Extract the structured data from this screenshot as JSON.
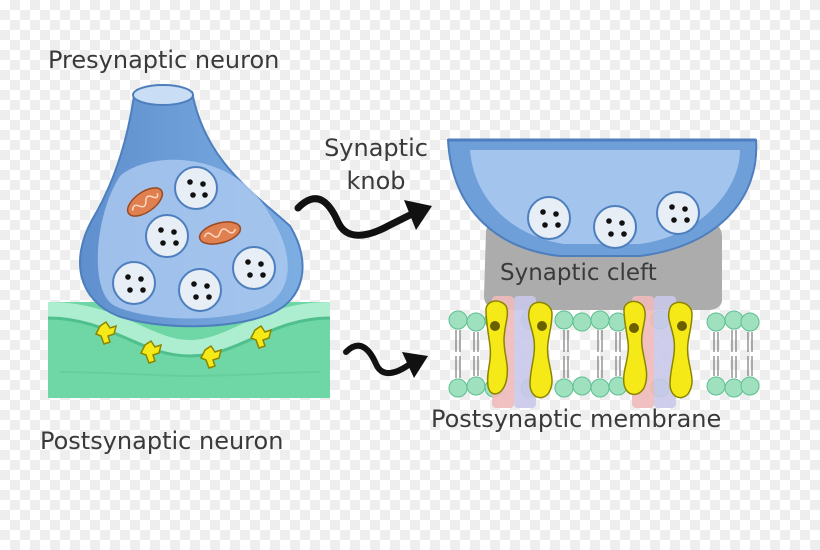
{
  "labels": {
    "presynaptic_neuron": "Presynaptic neuron",
    "postsynaptic_neuron": "Postsynaptic neuron",
    "synaptic_knob_line1": "Synaptic",
    "synaptic_knob_line2": "knob",
    "synaptic_cleft": "Synaptic cleft",
    "postsynaptic_membrane": "Postsynaptic membrane"
  },
  "colors": {
    "neuron_blue": "#6f9fd8",
    "neuron_light": "#a9c8ee",
    "vesicle_fill": "#e8eef5",
    "mitochondrion": "#e08050",
    "postsynaptic_green": "#6fd6a6",
    "postsynaptic_light": "#aeeed0",
    "receptor_yellow": "#f5ea17",
    "cleft_gray": "#a8a8a8",
    "lipid_green": "#9fe0bf",
    "arrow": "#111111"
  }
}
